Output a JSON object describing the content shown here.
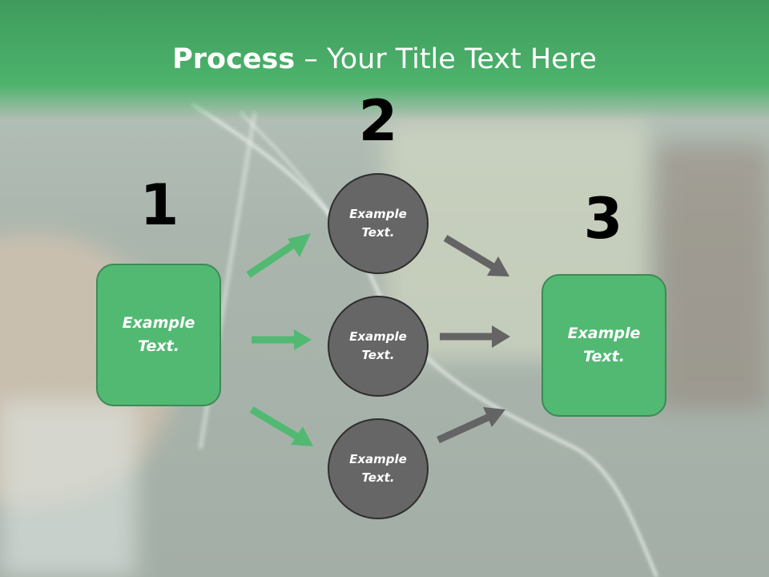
{
  "title": {
    "bold": "Process",
    "rest": " – Your Title Text Here"
  },
  "steps": [
    {
      "number": "1",
      "label": "Example\nText."
    },
    {
      "number": "2",
      "label": "Example\nText."
    },
    {
      "number": "3",
      "label": "Example\nText."
    }
  ],
  "circles": [
    {
      "label": "Example\nText."
    },
    {
      "label": "Example\nText."
    },
    {
      "label": "Example\nText."
    }
  ],
  "colors": {
    "green": "#52b973",
    "gray_arrow": "#666666",
    "circle": "#666666"
  }
}
